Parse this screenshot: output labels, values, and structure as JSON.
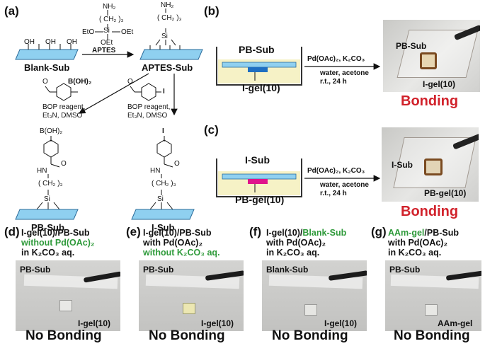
{
  "panels": {
    "a": "(a)",
    "b": "(b)",
    "c": "(c)",
    "d": "(d)",
    "e": "(e)",
    "f": "(f)",
    "g": "(g)"
  },
  "panel_a": {
    "aptes_top": "NH₂",
    "aptes_chain": "( CH₂ )₃",
    "aptes_si": "Si",
    "aptes_eto1": "EtO",
    "aptes_oet1": "OEt",
    "aptes_oet2": "OEt",
    "blank_sub": "Blank-Sub",
    "aptes_arrow": "APTES",
    "aptes_sub": "APTES-Sub",
    "reagent_left": [
      "BOP reagent,",
      "Et₃N, DMSO"
    ],
    "reagent_right": [
      "BOP reagent,",
      "Et₃N, DMSO"
    ],
    "boronic": "B(OH)₂",
    "iodo": "I",
    "pb_sub": "PB-Sub",
    "i_sub": "I-Sub",
    "pb_top": "B(OH)₂",
    "i_top": "I",
    "hn": "HN",
    "o": "O",
    "si": "Si",
    "oh": "OH"
  },
  "panel_b": {
    "sub_label": "PB-Sub",
    "gel_label": "I-gel(10)",
    "cond_top": "Pd(OAc)₂, K₂CO₃",
    "cond_bot": [
      "water, acetone",
      "r.t., 24 h"
    ],
    "photo_sub": "PB-Sub",
    "photo_gel": "I-gel(10)",
    "result": "Bonding"
  },
  "panel_c": {
    "sub_label": "I-Sub",
    "gel_label": "PB-gel(10)",
    "cond_top": "Pd(OAc)₂, K₂CO₃",
    "cond_bot": [
      "water, acetone",
      "r.t., 24 h"
    ],
    "photo_sub": "I-Sub",
    "photo_gel": "PB-gel(10)",
    "result": "Bonding"
  },
  "panel_d": {
    "line1": "I-gel(10)/PB-Sub",
    "line2": "without Pd(OAc)₂",
    "line3": "in K₂CO₃ aq.",
    "photo_sub": "PB-Sub",
    "photo_gel": "I-gel(10)",
    "result": "No Bonding"
  },
  "panel_e": {
    "line1": "I-gel(10)/PB-Sub",
    "line2": "with Pd(OAc)₂",
    "line3": "without K₂CO₃ aq.",
    "photo_sub": "PB-Sub",
    "photo_gel": "I-gel(10)",
    "result": "No Bonding"
  },
  "panel_f": {
    "line1a": "I-gel(10)/",
    "line1b": "Blank-Sub",
    "line2": "with Pd(OAc)₂",
    "line3": "in K₂CO₃ aq.",
    "photo_sub": "Blank-Sub",
    "photo_gel": "I-gel(10)",
    "result": "No Bonding"
  },
  "panel_g": {
    "line1a": "AAm-gel",
    "line1b": "/PB-Sub",
    "line2": "with Pd(OAc)₂",
    "line3": "in K₂CO₃ aq.",
    "photo_sub": "PB-Sub",
    "photo_gel": "AAm-gel",
    "result": "No Bonding"
  },
  "colors": {
    "substrate": "#8fd0f0",
    "gel_b": "#1f6fc1",
    "gel_c": "#e0148c",
    "bonding": "#d1222b",
    "highlight_green": "#2e9a3a"
  }
}
